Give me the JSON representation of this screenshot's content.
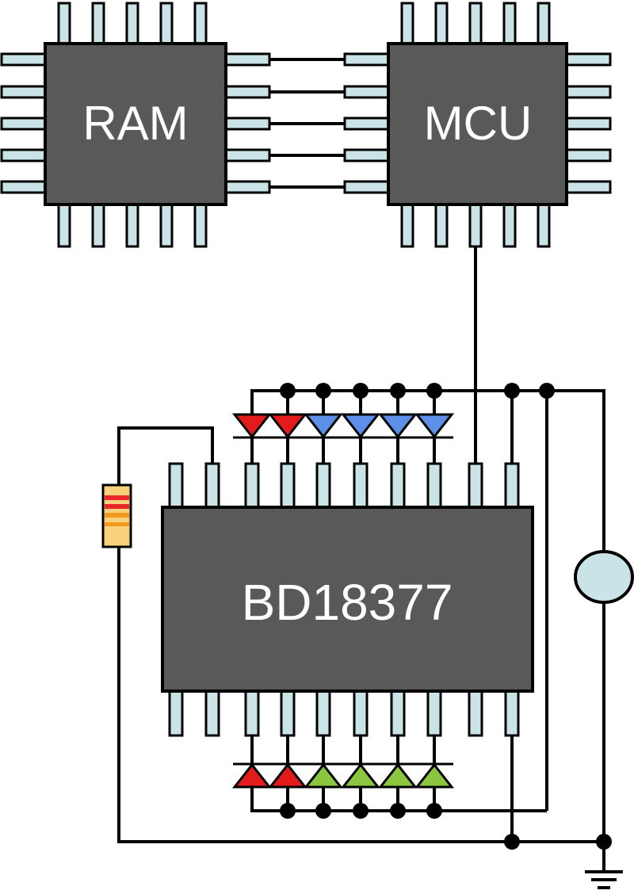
{
  "chips": {
    "ram": {
      "label": "RAM"
    },
    "mcu": {
      "label": "MCU"
    },
    "driver": {
      "label": "BD18377"
    }
  },
  "colors": {
    "chip_body": "#595959",
    "pin": "#c9e3e6",
    "wire": "#000000",
    "led_red": "#e41b1b",
    "led_blue": "#5b8fe8",
    "led_green": "#8cc63f",
    "resistor_body": "#f7d27a",
    "resistor_band_red": "#e8282a",
    "resistor_band_orange": "#f39a1e",
    "sensor": "#c9e3e6",
    "background": "#ffffff"
  },
  "leds": {
    "top_row": [
      "led_red",
      "led_red",
      "led_blue",
      "led_blue",
      "led_blue",
      "led_blue"
    ],
    "bottom_row": [
      "led_red",
      "led_red",
      "led_green",
      "led_green",
      "led_green",
      "led_green"
    ]
  },
  "symbols": {
    "resistor": "resistor-icon",
    "sensor": "sensor-circle-icon",
    "ground": "ground-icon",
    "junction": "junction-dot"
  }
}
